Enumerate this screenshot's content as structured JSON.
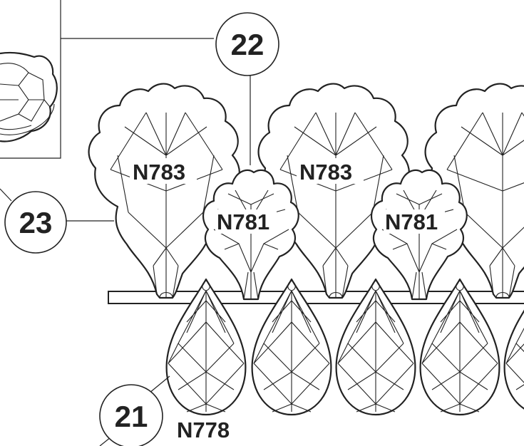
{
  "callouts": {
    "c21": "21",
    "c22": "22",
    "c23": "23"
  },
  "parts": {
    "large_leaf_1": "N783",
    "large_leaf_2": "N783",
    "small_leaf_1": "N781",
    "small_leaf_2": "N781",
    "drop": "N778"
  }
}
